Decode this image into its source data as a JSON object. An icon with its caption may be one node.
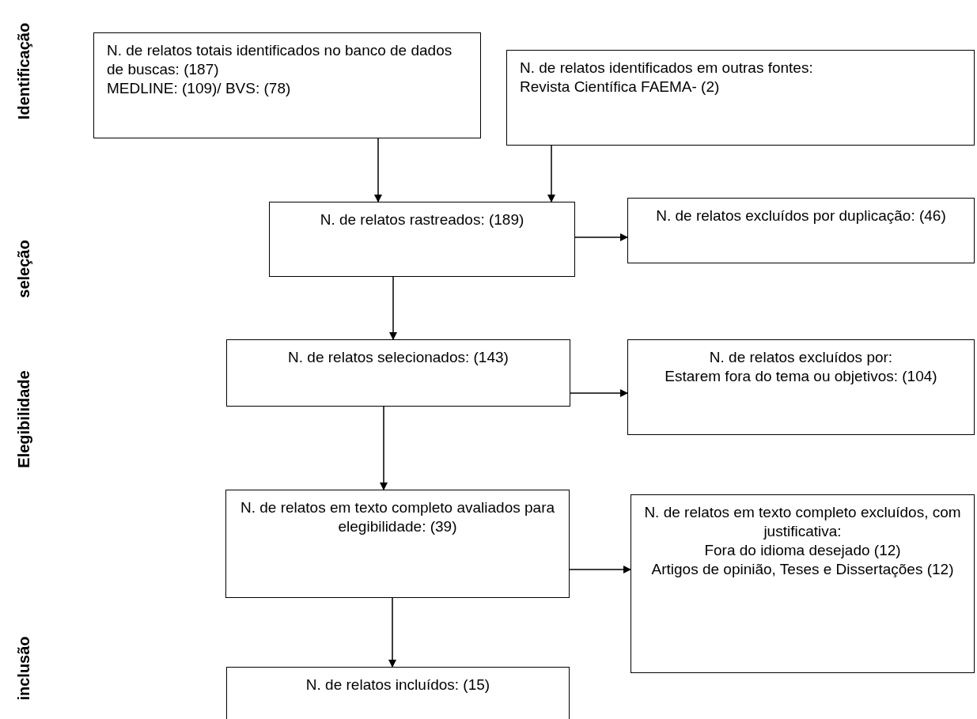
{
  "diagram": {
    "nodes": [
      {
        "text": [
          "N. de relatos totais identificados no banco de dados de buscas: (187)",
          "MEDLINE: (109)/ BVS: (78)"
        ]
      },
      {
        "text": [
          "N. de relatos identificados em outras fontes:",
          "Revista Científica FAEMA- (2)"
        ]
      },
      {
        "text": [
          "N. de relatos rastreados: (189)"
        ]
      },
      {
        "text": [
          "N. de relatos excluídos por duplicação: (46)"
        ]
      },
      {
        "text": [
          "N. de relatos selecionados: (143)"
        ]
      },
      {
        "text": [
          "N. de relatos excluídos por:",
          "Estarem fora do tema ou objetivos: (104)"
        ]
      },
      {
        "text": [
          "N. de relatos em texto completo avaliados para elegibilidade: (39)"
        ]
      },
      {
        "text": [
          "N. de relatos em texto completo excluídos, com justificativa:",
          "Fora do idioma desejado (12)",
          "Artigos de opinião, Teses e Dissertações (12)"
        ]
      },
      {
        "text": [
          "N. de relatos incluídos: (15)"
        ]
      }
    ],
    "edges": [
      {
        "from": 0,
        "to": 2,
        "arrow": "to"
      },
      {
        "from": 1,
        "to": 2,
        "arrow": "to"
      },
      {
        "from": 2,
        "to": 3,
        "arrow": "to"
      },
      {
        "from": 2,
        "to": 4,
        "arrow": "to"
      },
      {
        "from": 4,
        "to": 5,
        "arrow": "to"
      },
      {
        "from": 4,
        "to": 6,
        "arrow": "to"
      },
      {
        "from": 6,
        "to": 7,
        "arrow": "to"
      },
      {
        "from": 6,
        "to": 8,
        "arrow": "to"
      }
    ],
    "labels": [
      "Identificação",
      "seleção",
      "Elegibilidade",
      "inclusão"
    ]
  }
}
